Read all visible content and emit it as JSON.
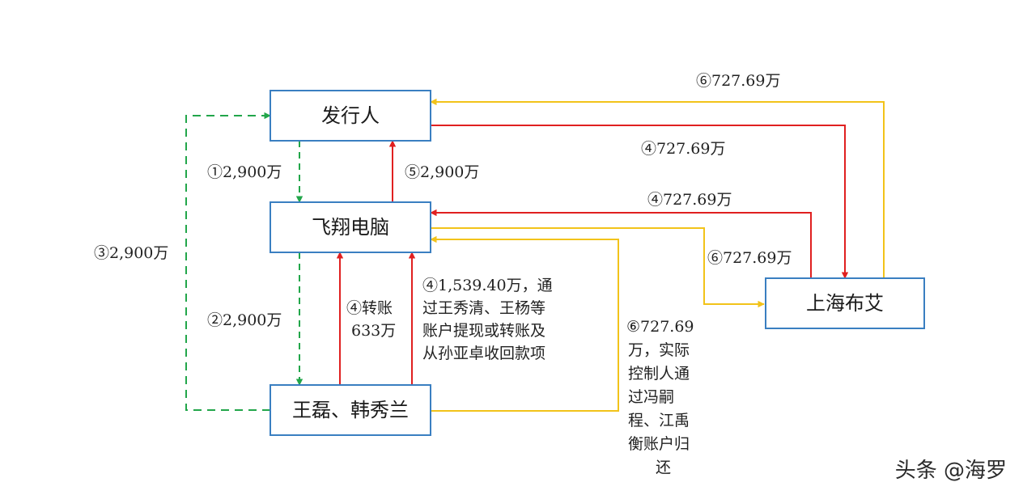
{
  "nodes": {
    "issuer": "发行人",
    "feixiang": "飞翔电脑",
    "shanghai": "上海布艾",
    "persons": "王磊、韩秀兰"
  },
  "edges": {
    "e6_sh_to_issuer": "⑥727.69万",
    "e4_issuer_to_sh": "④727.69万",
    "e1_issuer_to_fx": "①2,900万",
    "e5_fx_to_issuer": "⑤2,900万",
    "e4_sh_to_fx": "④727.69万",
    "e6_fx_to_sh": "⑥727.69万",
    "e3_persons_to_issuer": "③2,900万",
    "e2_fx_to_persons": "②2,900万",
    "e4_transfer": [
      "④转账",
      "633万"
    ],
    "e4_withdraw": [
      "④1,539.40万，通",
      "过王秀清、王杨等",
      "账户提现或转账及",
      "从孙亚卓收回款项"
    ],
    "e6_persons_to_fx": [
      "⑥727.69",
      "万，实际",
      "控制人通",
      "过冯嗣",
      "程、江禹",
      "衡账户归",
      "还"
    ]
  },
  "watermark": "头条 @海罗",
  "colors": {
    "box_border": "#3a7fc1",
    "red": "#e02020",
    "yellow": "#f2c31a",
    "green": "#22a64a"
  }
}
